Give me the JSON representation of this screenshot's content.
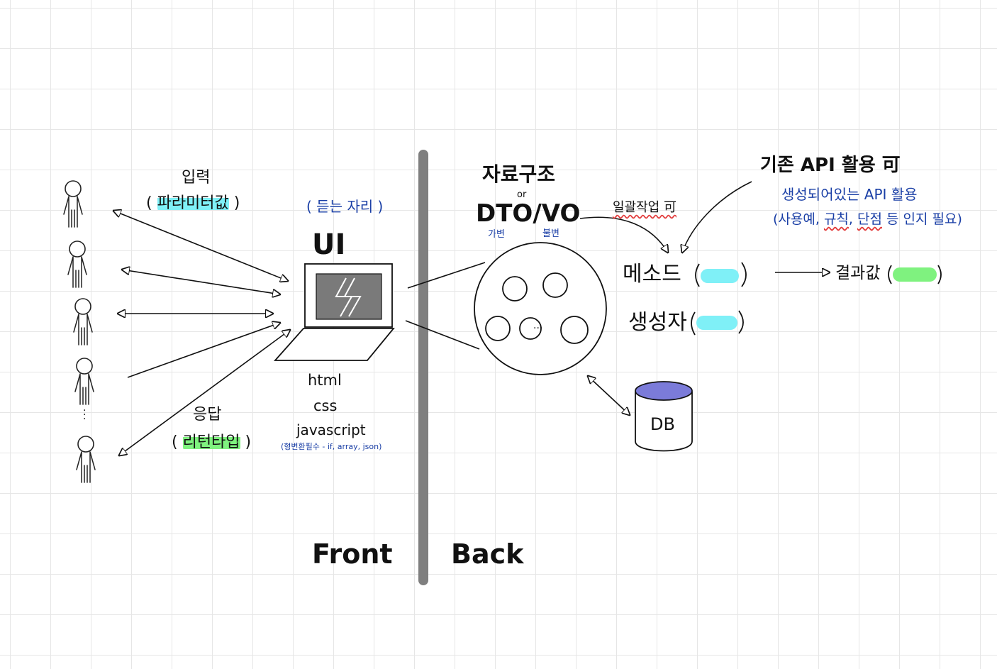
{
  "labels": {
    "input": "입력",
    "input_param": "파라미터값",
    "response": "응답",
    "response_return": "리턴타입",
    "listen_spot": "듣는 자리",
    "ui": "UI",
    "html": "html",
    "css": "css",
    "javascript": "javascript",
    "js_note": "(형변환필수 - if, array, json)",
    "data_structure": "자료구조",
    "or": "or",
    "dto_vo": "DTO/VO",
    "mutable": "가변",
    "immutable": "불변",
    "bulk_work": "일괄작업 可",
    "method": "메소드",
    "constructor": "생성자",
    "result": "결과값",
    "existing_api": "기존 API 활용 可",
    "api_desc": "생성되어있는 API 활용",
    "api_note_open": "(사용예, ",
    "api_note_rule": "규칙",
    "api_note_sep1": ", ",
    "api_note_weak": "단점",
    "api_note_close": " 등 인지 필요)",
    "db": "DB",
    "front": "Front",
    "back": "Back",
    "ellipsis": "..."
  },
  "colors": {
    "ink": "#111111",
    "blue_ink": "#1a3fa6",
    "highlight_cyan": "#7ff0f7",
    "highlight_green": "#7ff27f",
    "db_top": "#7b7bd9",
    "screen": "#7a7a7a",
    "divider": "#7f7f7f",
    "wavy_red": "#e23b3b"
  },
  "icons": [
    "person-icon",
    "laptop-icon",
    "database-icon"
  ]
}
